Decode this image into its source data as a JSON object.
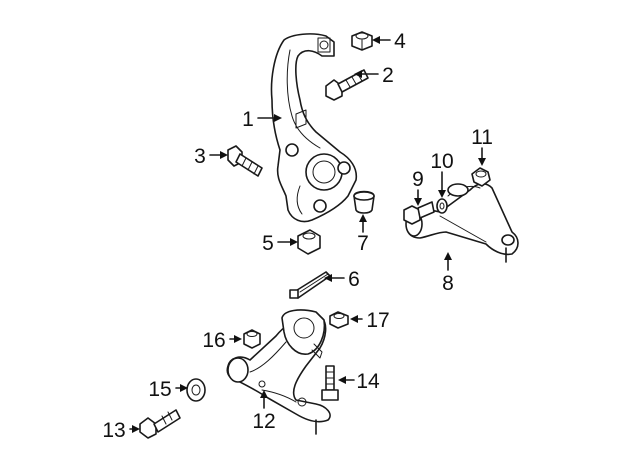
{
  "callouts": [
    {
      "id": "c1",
      "text": "1"
    },
    {
      "id": "c2",
      "text": "2"
    },
    {
      "id": "c3",
      "text": "3"
    },
    {
      "id": "c4",
      "text": "4"
    },
    {
      "id": "c5",
      "text": "5"
    },
    {
      "id": "c6",
      "text": "6"
    },
    {
      "id": "c7",
      "text": "7"
    },
    {
      "id": "c8",
      "text": "8"
    },
    {
      "id": "c9",
      "text": "9"
    },
    {
      "id": "c10",
      "text": "10"
    },
    {
      "id": "c11",
      "text": "11"
    },
    {
      "id": "c12",
      "text": "12"
    },
    {
      "id": "c13",
      "text": "13"
    },
    {
      "id": "c14",
      "text": "14"
    },
    {
      "id": "c15",
      "text": "15"
    },
    {
      "id": "c16",
      "text": "16"
    },
    {
      "id": "c17",
      "text": "17"
    }
  ],
  "colors": {
    "line": "#1a1a1a",
    "background": "#ffffff",
    "label": "#111111"
  }
}
